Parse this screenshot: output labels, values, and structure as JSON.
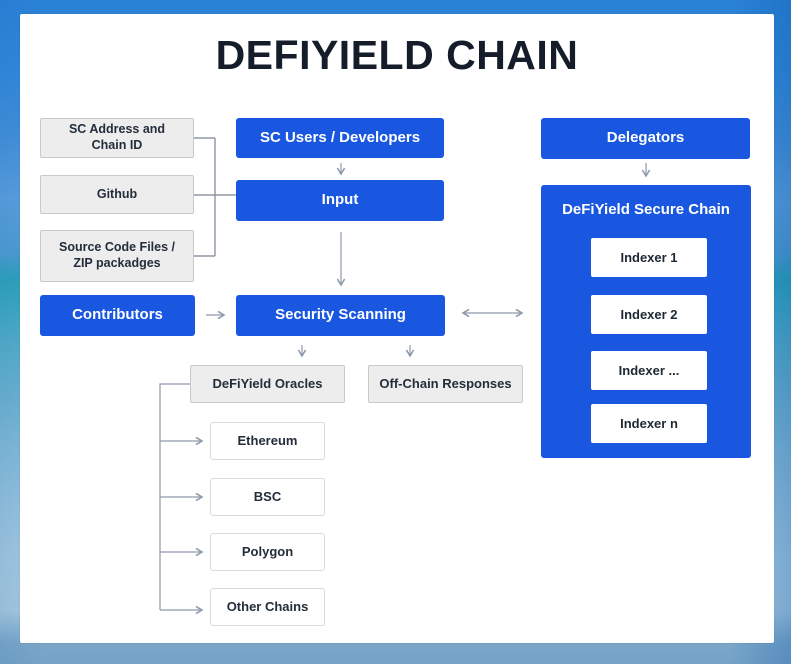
{
  "title": "DEFIYIELD CHAIN",
  "diagram": {
    "sources": {
      "sc_address": "SC Address and\nChain ID",
      "github": "Github",
      "source_code": "Source Code Files /\nZIP packadges"
    },
    "flow": {
      "sc_users": "SC Users / Developers",
      "input": "Input",
      "contributors": "Contributors",
      "security_scanning": "Security Scanning",
      "oracles": "DeFiYield Oracles",
      "off_chain": "Off-Chain Responses"
    },
    "chains": [
      "Ethereum",
      "BSC",
      "Polygon",
      "Other Chains"
    ],
    "right": {
      "delegators": "Delegators",
      "secure_chain": "DeFiYield Secure Chain",
      "indexers": [
        "Indexer 1",
        "Indexer 2",
        "Indexer ...",
        "Indexer n"
      ]
    }
  },
  "colors": {
    "accent_blue": "#1a57e0",
    "gray_box_bg": "#ededed",
    "gray_box_border": "#c9c9c9",
    "white_box_border": "#d6dbe3",
    "arrow": "#8e99ab",
    "connector": "#7b8494",
    "title_text": "#141d29",
    "dark_text": "#232d3b",
    "card_bg": "#ffffff"
  }
}
